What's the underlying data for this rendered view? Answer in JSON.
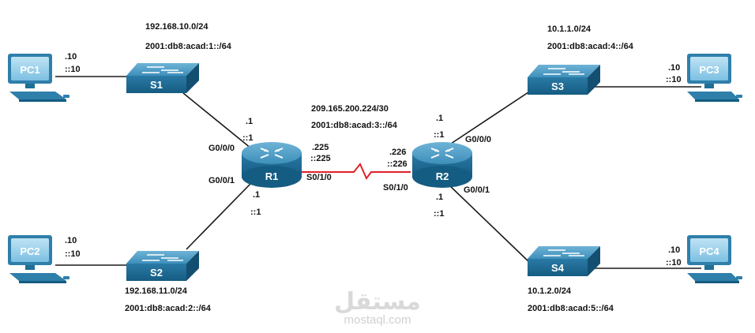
{
  "devices": {
    "pc1": "PC1",
    "pc2": "PC2",
    "pc3": "PC3",
    "pc4": "PC4",
    "s1": "S1",
    "s2": "S2",
    "s3": "S3",
    "s4": "S4",
    "r1": "R1",
    "r2": "R2"
  },
  "networks": {
    "s1_v4": "192.168.10.0/24",
    "s1_v6": "2001:db8:acad:1::/64",
    "s2_v4": "192.168.11.0/24",
    "s2_v6": "2001:db8:acad:2::/64",
    "s3_v4": "10.1.1.0/24",
    "s3_v6": "2001:db8:acad:4::/64",
    "s4_v4": "10.1.2.0/24",
    "s4_v6": "2001:db8:acad:5::/64",
    "wan_v4": "209.165.200.224/30",
    "wan_v6": "2001:db8:acad:3::/64"
  },
  "host_ids": {
    "pc1_v4": ".10",
    "pc1_v6": "::10",
    "pc2_v4": ".10",
    "pc2_v6": "::10",
    "pc3_v4": ".10",
    "pc3_v6": "::10",
    "pc4_v4": ".10",
    "pc4_v6": "::10",
    "r1_g000_v4": ".1",
    "r1_g000_v6": "::1",
    "r1_g001_v4": ".1",
    "r1_g001_v6": "::1",
    "r1_s010_v4": ".225",
    "r1_s010_v6": "::225",
    "r2_s010_v4": ".226",
    "r2_s010_v6": "::226",
    "r2_g000_v4": ".1",
    "r2_g000_v6": "::1",
    "r2_g001_v4": ".1",
    "r2_g001_v6": "::1"
  },
  "interfaces": {
    "r1_g000": "G0/0/0",
    "r1_g001": "G0/0/1",
    "r1_s010": "S0/1/0",
    "r2_s010": "S0/1/0",
    "r2_g000": "G0/0/0",
    "r2_g001": "G0/0/1"
  },
  "watermark": {
    "arabic": "مستقل",
    "latin": "mostaql.com"
  },
  "colors": {
    "device": "#1f6f96",
    "wan_link": "#e0202a",
    "link": "#1a1a1a"
  }
}
